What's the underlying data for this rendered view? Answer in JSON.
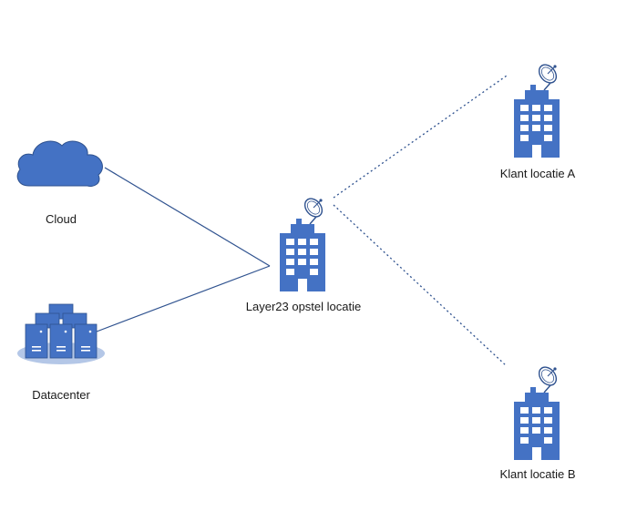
{
  "nodes": {
    "cloud": {
      "label": "Cloud",
      "icon": "cloud-icon"
    },
    "datacenter": {
      "label": "Datacenter",
      "icon": "server-rack-icon"
    },
    "layer23": {
      "label": "Layer23 opstel locatie",
      "icon": "office-building-with-satellite-dish-icon"
    },
    "klant_a": {
      "label": "Klant locatie A",
      "icon": "office-building-with-satellite-dish-icon"
    },
    "klant_b": {
      "label": "Klant locatie B",
      "icon": "office-building-with-satellite-dish-icon"
    }
  },
  "links": [
    {
      "from": "cloud",
      "to": "layer23",
      "style": "solid"
    },
    {
      "from": "datacenter",
      "to": "layer23",
      "style": "solid"
    },
    {
      "from": "layer23",
      "to": "klant_a",
      "style": "dotted"
    },
    {
      "from": "layer23",
      "to": "klant_b",
      "style": "dotted"
    }
  ],
  "colors": {
    "icon_blue": "#4472C4",
    "icon_dark": "#2F528F",
    "platform": "#B4C7E7",
    "label_text": "#1a1a1a"
  }
}
